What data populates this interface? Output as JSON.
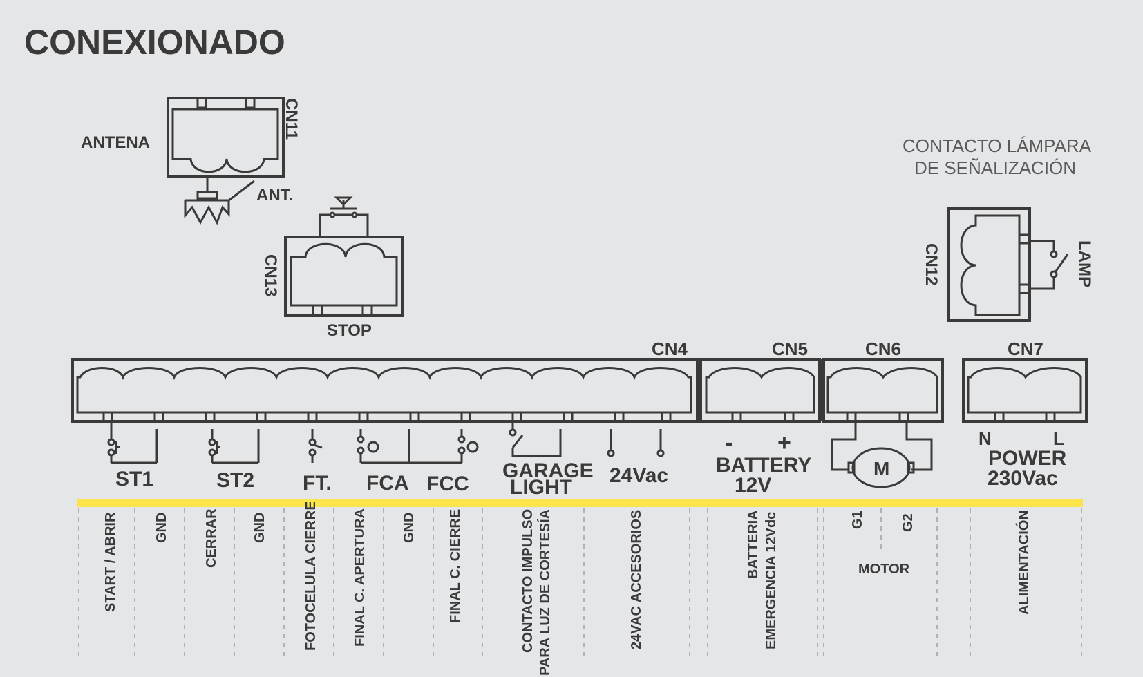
{
  "title": "CONEXIONADO",
  "connectors": {
    "cn11": "CN11",
    "cn13": "CN13",
    "cn12": "CN12",
    "cn4": "CN4",
    "cn5": "CN5",
    "cn6": "CN6",
    "cn7": "CN7"
  },
  "antenna": {
    "label": "ANTENA",
    "symbol_label": "ANT."
  },
  "stop_label": "STOP",
  "lamp": {
    "contact_line1": "CONTACTO LÁMPARA",
    "contact_line2": "DE SEÑALIZACIÓN",
    "label": "LAMP"
  },
  "terminals": {
    "st1": "ST1",
    "st2": "ST2",
    "ft": "FT.",
    "fca": "FCA",
    "fcc": "FCC",
    "garage_line1": "GARAGE",
    "garage_line2": "LIGHT",
    "vac24": "24Vac",
    "minus": "-",
    "plus": "+",
    "battery_line1": "BATTERY",
    "battery_line2": "12V",
    "motor_symbol": "M",
    "n": "N",
    "l": "L",
    "power_line1": "POWER",
    "power_line2": "230Vac"
  },
  "functions": {
    "start": "START / ABRIR",
    "gnd1": "GND",
    "cerrar": "CERRAR",
    "gnd2": "GND",
    "fotocelula": "FOTOCELULA CIERRE",
    "final_apertura": "FINAL C. APERTURA",
    "gnd3": "GND",
    "final_cierre": "FINAL C. CIERRE",
    "contacto_line1": "CONTACTO  IMPULSO",
    "contacto_line2": "PARA LUZ DE CORTESÍA",
    "accesorios": "24VAC ACCESORIOS",
    "bateria_line1": "BATTERIA",
    "bateria_line2": "EMERGENCIA 12Vdc",
    "g1": "G1",
    "g2": "G2",
    "motor": "MOTOR",
    "alimentacion": "ALIMENTACIÓN"
  },
  "colors": {
    "stripe": "#fce44d",
    "ink": "#3a3a3a",
    "background": "#e5e6e8"
  }
}
